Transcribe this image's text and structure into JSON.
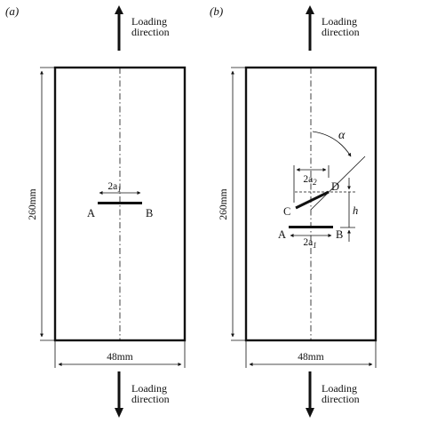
{
  "panels": {
    "a": {
      "label": "(a)",
      "loading_top": [
        "Loading",
        "direction"
      ],
      "loading_bottom": [
        "Loading",
        "direction"
      ],
      "height_dim": "260mm",
      "width_dim": "48mm",
      "crack_label": "2a",
      "crack_sub": "1",
      "point_a": "A",
      "point_b": "B"
    },
    "b": {
      "label": "(b)",
      "loading_top": [
        "Loading",
        "direction"
      ],
      "loading_bottom": [
        "Loading",
        "direction"
      ],
      "height_dim": "260mm",
      "width_dim": "48mm",
      "angle_label": "α",
      "crack2_label": "2a",
      "crack2_sub": "2",
      "crack1_label": "2a",
      "crack1_sub": "1",
      "offset_label": "h",
      "point_a": "A",
      "point_b": "B",
      "point_c": "C",
      "point_d": "D"
    }
  },
  "colors": {
    "ink": "#111111",
    "background": "#ffffff"
  }
}
